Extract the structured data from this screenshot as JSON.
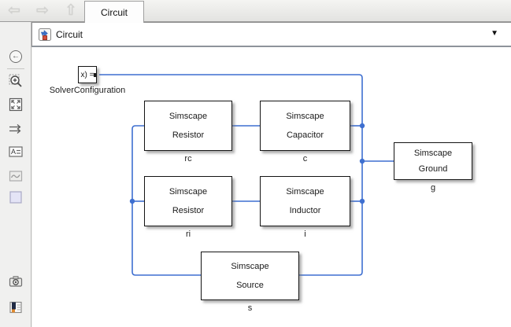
{
  "tab_bar": {
    "tab_label": "Circuit"
  },
  "icons": {
    "back": "⇦",
    "forward": "⇨",
    "up": "⇧",
    "hide_browser": "←",
    "dropdown": "▼",
    "collapse": "«"
  },
  "breadcrumb": {
    "model_name": "Circuit"
  },
  "sidebar": {
    "tools": [
      "hide-browser",
      "zoom-in",
      "fit-to-view",
      "signal-routing",
      "annotation",
      "image",
      "area",
      "screenshot",
      "viewmarks",
      "collapse"
    ]
  },
  "canvas": {
    "wire_color": "#3e6fd0",
    "block_border_color": "#141414",
    "blocks": [
      {
        "id": "solver",
        "text": "x) =",
        "label": "SolverConfiguration"
      },
      {
        "id": "rc",
        "line1": "Simscape",
        "line2": "Resistor",
        "label": "rc"
      },
      {
        "id": "c",
        "line1": "Simscape",
        "line2": "Capacitor",
        "label": "c"
      },
      {
        "id": "ri",
        "line1": "Simscape",
        "line2": "Resistor",
        "label": "ri"
      },
      {
        "id": "i",
        "line1": "Simscape",
        "line2": "Inductor",
        "label": "i"
      },
      {
        "id": "s",
        "line1": "Simscape",
        "line2": "Source",
        "label": "s"
      },
      {
        "id": "g",
        "line1": "Simscape",
        "line2": "Ground",
        "label": "g"
      }
    ]
  }
}
